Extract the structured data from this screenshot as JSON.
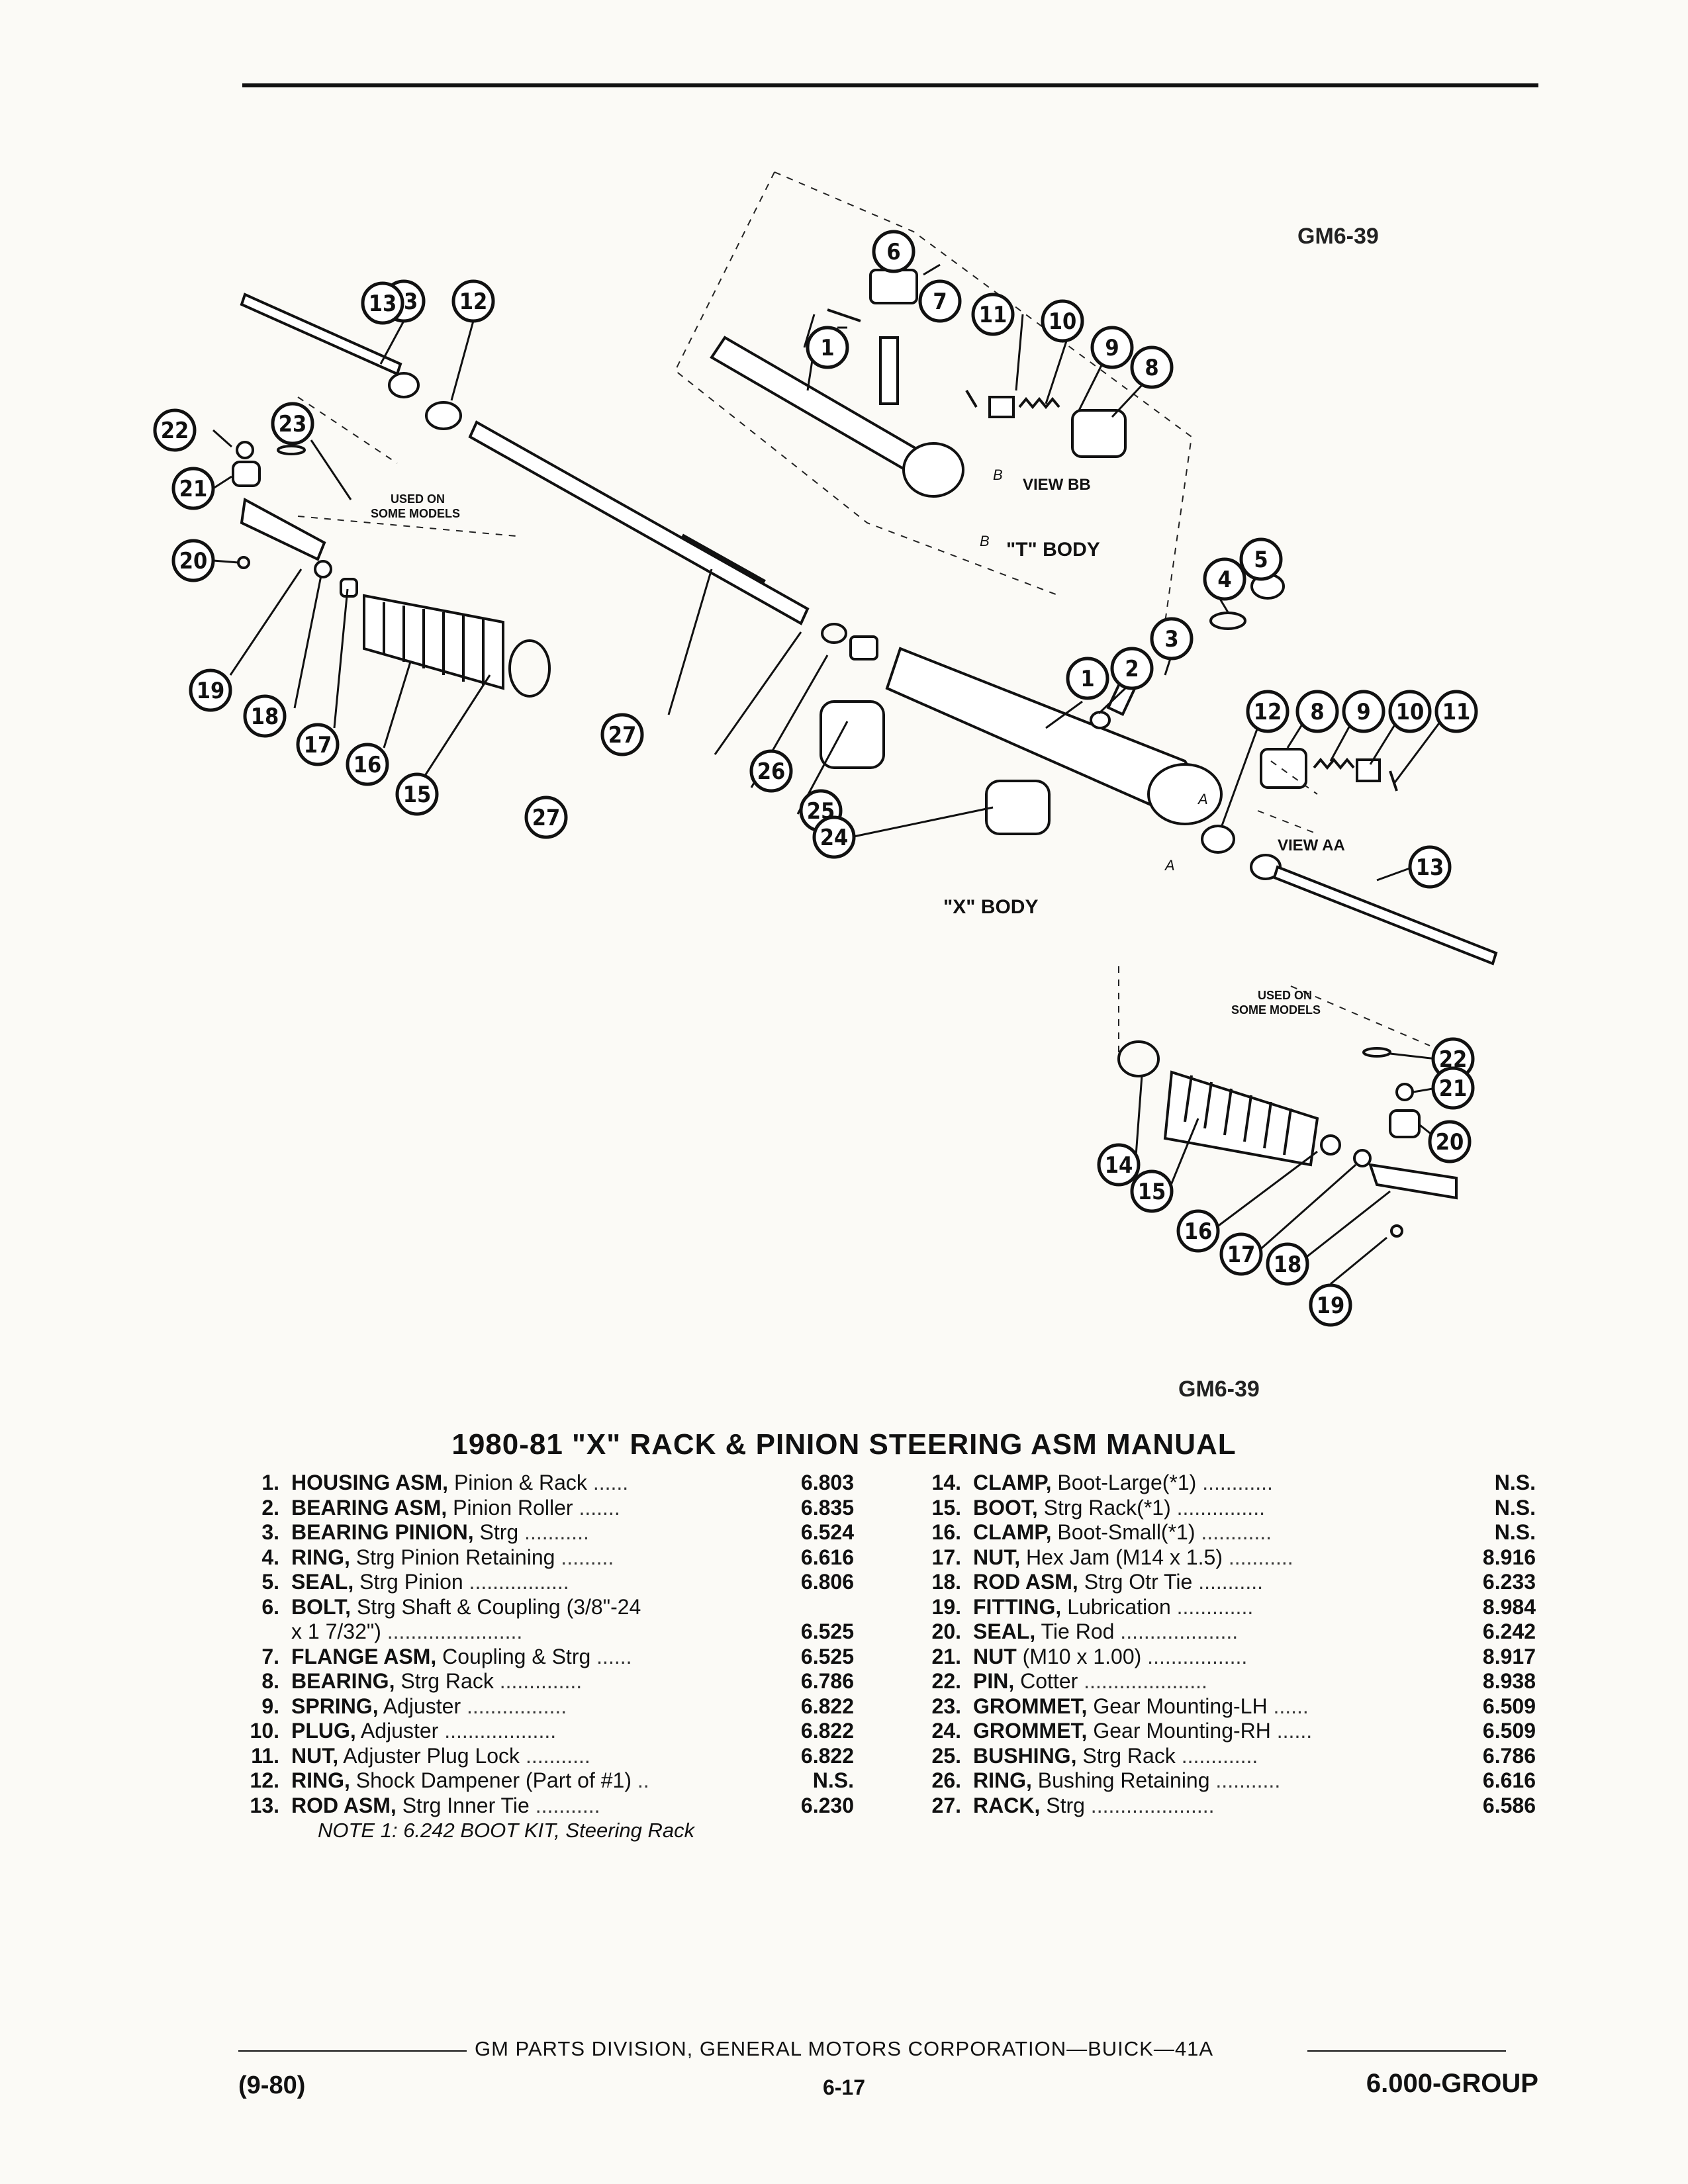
{
  "figure": {
    "code_top": "GM6-39",
    "code_bottom": "GM6-39",
    "labels": {
      "view_bb": "VIEW BB",
      "view_aa": "VIEW AA",
      "t_body": "\"T\" BODY",
      "x_body": "\"X\" BODY",
      "used_on_1": "USED ON",
      "used_on_2": "SOME MODELS",
      "b": "B",
      "a": "A"
    },
    "callout_numbers": [
      "1",
      "2",
      "3",
      "4",
      "5",
      "6",
      "7",
      "8",
      "9",
      "10",
      "11",
      "12",
      "13",
      "14",
      "15",
      "16",
      "17",
      "18",
      "19",
      "20",
      "21",
      "22",
      "23",
      "24",
      "25",
      "26",
      "27"
    ]
  },
  "title": "1980-81 \"X\" RACK & PINION STEERING ASM MANUAL",
  "parts_left": [
    {
      "num": "1.",
      "name": "HOUSING ASM,",
      "desc": "Pinion & Rack",
      "dots": "......",
      "code": "6.803"
    },
    {
      "num": "2.",
      "name": "BEARING ASM,",
      "desc": "Pinion Roller",
      "dots": ".......",
      "code": "6.835"
    },
    {
      "num": "3.",
      "name": "BEARING PINION,",
      "desc": "Strg",
      "dots": "...........",
      "code": "6.524"
    },
    {
      "num": "4.",
      "name": "RING,",
      "desc": "Strg Pinion Retaining",
      "dots": ".........",
      "code": "6.616"
    },
    {
      "num": "5.",
      "name": "SEAL,",
      "desc": "Strg Pinion",
      "dots": ".................",
      "code": "6.806"
    },
    {
      "num": "6.",
      "name": "BOLT,",
      "desc": "Strg Shaft & Coupling (3/8\"-24",
      "dots": "",
      "code": ""
    },
    {
      "num": "",
      "name": "",
      "desc": "x 1 7/32\")",
      "dots": ".......................",
      "code": "6.525"
    },
    {
      "num": "7.",
      "name": "FLANGE ASM,",
      "desc": "Coupling & Strg",
      "dots": "......",
      "code": "6.525"
    },
    {
      "num": "8.",
      "name": "BEARING,",
      "desc": "Strg Rack",
      "dots": "..............",
      "code": "6.786"
    },
    {
      "num": "9.",
      "name": "SPRING,",
      "desc": "Adjuster",
      "dots": ".................",
      "code": "6.822"
    },
    {
      "num": "10.",
      "name": "PLUG,",
      "desc": "Adjuster",
      "dots": "...................",
      "code": "6.822"
    },
    {
      "num": "11.",
      "name": "NUT,",
      "desc": "Adjuster Plug Lock",
      "dots": "...........",
      "code": "6.822"
    },
    {
      "num": "12.",
      "name": "RING,",
      "desc": "Shock Dampener (Part of #1)",
      "dots": "..",
      "code": "N.S."
    },
    {
      "num": "13.",
      "name": "ROD ASM,",
      "desc": "Strg Inner Tie",
      "dots": "...........",
      "code": "6.230"
    }
  ],
  "note": "NOTE 1: 6.242 BOOT KIT, Steering Rack",
  "parts_right": [
    {
      "num": "14.",
      "name": "CLAMP,",
      "desc": "Boot-Large(*1)",
      "dots": "............",
      "code": "N.S."
    },
    {
      "num": "15.",
      "name": "BOOT,",
      "desc": "Strg Rack(*1)",
      "dots": "...............",
      "code": "N.S."
    },
    {
      "num": "16.",
      "name": "CLAMP,",
      "desc": "Boot-Small(*1)",
      "dots": "............",
      "code": "N.S."
    },
    {
      "num": "17.",
      "name": "NUT,",
      "desc": "Hex Jam (M14 x 1.5)",
      "dots": "...........",
      "code": "8.916"
    },
    {
      "num": "18.",
      "name": "ROD ASM,",
      "desc": "Strg Otr Tie",
      "dots": "...........",
      "code": "6.233"
    },
    {
      "num": "19.",
      "name": "FITTING,",
      "desc": "Lubrication",
      "dots": ".............",
      "code": "8.984"
    },
    {
      "num": "20.",
      "name": "SEAL,",
      "desc": "Tie Rod",
      "dots": "....................",
      "code": "6.242"
    },
    {
      "num": "21.",
      "name": "NUT",
      "desc": "(M10 x 1.00)",
      "dots": ".................",
      "code": "8.917"
    },
    {
      "num": "22.",
      "name": "PIN,",
      "desc": "Cotter",
      "dots": ".....................",
      "code": "8.938"
    },
    {
      "num": "23.",
      "name": "GROMMET,",
      "desc": "Gear Mounting-LH",
      "dots": "......",
      "code": "6.509"
    },
    {
      "num": "24.",
      "name": "GROMMET,",
      "desc": "Gear Mounting-RH",
      "dots": "......",
      "code": "6.509"
    },
    {
      "num": "25.",
      "name": "BUSHING,",
      "desc": "Strg Rack",
      "dots": ".............",
      "code": "6.786"
    },
    {
      "num": "26.",
      "name": "RING,",
      "desc": "Bushing Retaining",
      "dots": "...........",
      "code": "6.616"
    },
    {
      "num": "27.",
      "name": "RACK,",
      "desc": "Strg",
      "dots": ".....................",
      "code": "6.586"
    }
  ],
  "footer": {
    "center": "GM PARTS DIVISION, GENERAL MOTORS CORPORATION—BUICK—41A",
    "left": "(9-80)",
    "page": "6-17",
    "right": "6.000-GROUP"
  }
}
